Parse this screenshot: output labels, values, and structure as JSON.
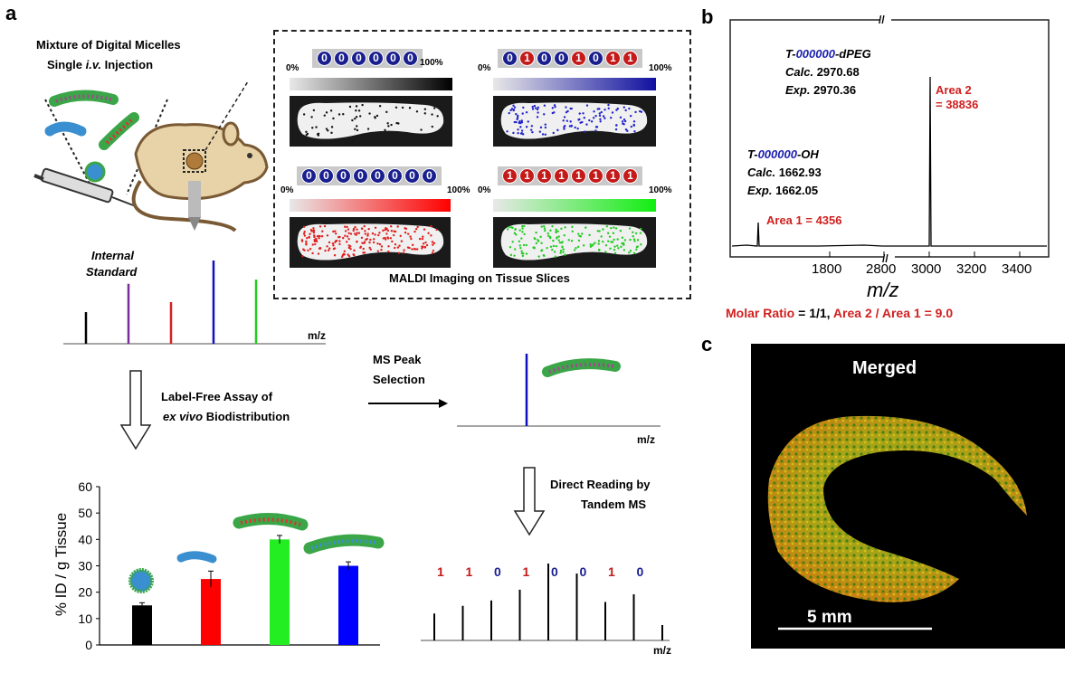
{
  "panel_labels": {
    "a": "a",
    "b": "b",
    "c": "c"
  },
  "panel_a": {
    "title_line1": "Mixture of Digital Micelles",
    "title_line2_pre": "Single ",
    "title_line2_italic": "i.v.",
    "title_line2_post": " Injection",
    "internal_standard_1": "Internal",
    "internal_standard_2": "Standard",
    "mz_label": "m/z",
    "maldi_caption": "MALDI Imaging on Tissue Slices",
    "pct_low": "0%",
    "pct_high": "100%",
    "sequences": [
      {
        "digits": [
          "0",
          "0",
          "0",
          "0",
          "0",
          "0"
        ]
      },
      {
        "digits": [
          "0",
          "1",
          "0",
          "0",
          "1",
          "0",
          "1",
          "1"
        ]
      },
      {
        "digits": [
          "0",
          "0",
          "0",
          "0",
          "0",
          "0",
          "0",
          "0"
        ]
      },
      {
        "digits": [
          "1",
          "1",
          "1",
          "1",
          "1",
          "1",
          "1",
          "1"
        ]
      }
    ],
    "slice_colors": [
      "#111111",
      "#2222cc",
      "#e02020",
      "#22cc22"
    ],
    "ms_peaks": [
      {
        "mz": 1,
        "intensity": 0.38,
        "color": "#000000"
      },
      {
        "mz": 2,
        "intensity": 0.72,
        "color": "#7b2d9b"
      },
      {
        "mz": 3,
        "intensity": 0.5,
        "color": "#d62020"
      },
      {
        "mz": 4,
        "intensity": 1.0,
        "color": "#1010c0"
      },
      {
        "mz": 5,
        "intensity": 0.77,
        "color": "#22cc22"
      }
    ],
    "label_free_1": "Label-Free Assay of",
    "label_free_2_italic": "ex vivo",
    "label_free_2_post": " Biodistribution",
    "ms_peak_sel_1": "MS Peak",
    "ms_peak_sel_2": "Selection",
    "direct_reading_1": "Direct Reading by",
    "direct_reading_2": "Tandem MS",
    "tandem_digits": [
      "1",
      "1",
      "0",
      "1",
      "0",
      "0",
      "1",
      "0"
    ],
    "tandem_digit_colors": {
      "0": "#1a1f8f",
      "1": "#c41a1a"
    },
    "tandem_peaks": [
      0.35,
      0.45,
      0.52,
      0.66,
      1.0,
      0.87,
      0.5,
      0.6,
      0.2
    ]
  },
  "chart_data": {
    "type": "bar",
    "ylabel": "% ID / g Tissue",
    "ylim": [
      0,
      60
    ],
    "yticks": [
      0,
      10,
      20,
      30,
      40,
      50,
      60
    ],
    "values": [
      15,
      25,
      40,
      30
    ],
    "errors": [
      1,
      3,
      1.5,
      1.5
    ],
    "colors": [
      "#000000",
      "#ff0000",
      "#22ee22",
      "#0000ff"
    ]
  },
  "panel_b": {
    "xlabel": "m/z",
    "xticks": [
      "1800",
      "2800",
      "3000",
      "3200",
      "3400"
    ],
    "peak1_name_pre": "T-",
    "peak1_name_digits": "000000",
    "peak1_name_post": "-OH",
    "peak1_calc_label": "Calc.",
    "peak1_calc": "1662.93",
    "peak1_exp_label": "Exp.",
    "peak1_exp": "1662.05",
    "peak1_area": "Area 1 = 4356",
    "peak2_name_pre": "T-",
    "peak2_name_digits": "000000",
    "peak2_name_post": "-dPEG",
    "peak2_calc_label": "Calc.",
    "peak2_calc": "2970.68",
    "peak2_exp_label": "Exp.",
    "peak2_exp": "2970.36",
    "peak2_area_1": "Area 2",
    "peak2_area_2": "= 38836",
    "ratio_part1": "Molar Ratio",
    "ratio_part2": " = 1/1, ",
    "ratio_part3": "Area 2 / Area 1 = 9.0"
  },
  "panel_c": {
    "title": "Merged",
    "scale_bar": "5 mm"
  }
}
